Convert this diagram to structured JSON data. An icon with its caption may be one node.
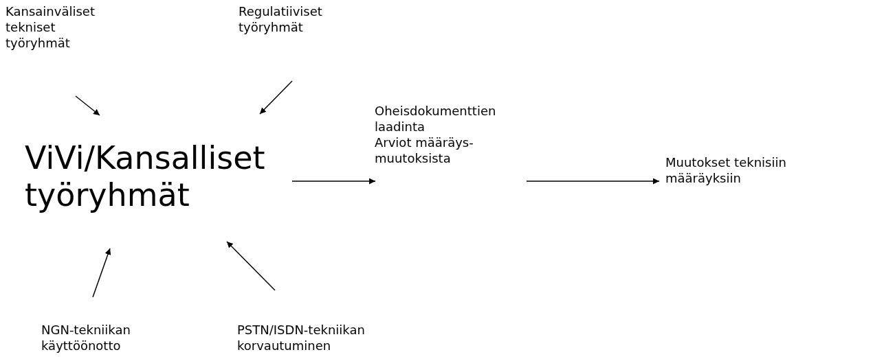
{
  "diagram": {
    "nodes": [
      {
        "text": [
          "Kansainväliset tekniset työryhmät"
        ]
      },
      {
        "text": [
          "Regulatiiviset työryhmät"
        ]
      },
      {
        "text": [
          "ViVi/Kansalliset työryhmät"
        ]
      },
      {
        "text": [
          "Oheisdokumenttien laadinta",
          "Arviot määräys-muutoksista"
        ]
      },
      {
        "text": [
          "Muutokset teknisiin määräyksiin"
        ]
      },
      {
        "text": [
          "NGN-tekniikan käyttöönotto"
        ]
      },
      {
        "text": [
          "PSTN/ISDN-tekniikan korvautuminen"
        ]
      }
    ],
    "edges": [
      {
        "from": 0,
        "to": 2,
        "arrow": "to"
      },
      {
        "from": 1,
        "to": 2,
        "arrow": "to"
      },
      {
        "from": 5,
        "to": 2,
        "arrow": "to"
      },
      {
        "from": 6,
        "to": 2,
        "arrow": "to"
      },
      {
        "from": 2,
        "to": 3,
        "arrow": "to"
      },
      {
        "from": 3,
        "to": 4,
        "arrow": "to"
      }
    ]
  }
}
